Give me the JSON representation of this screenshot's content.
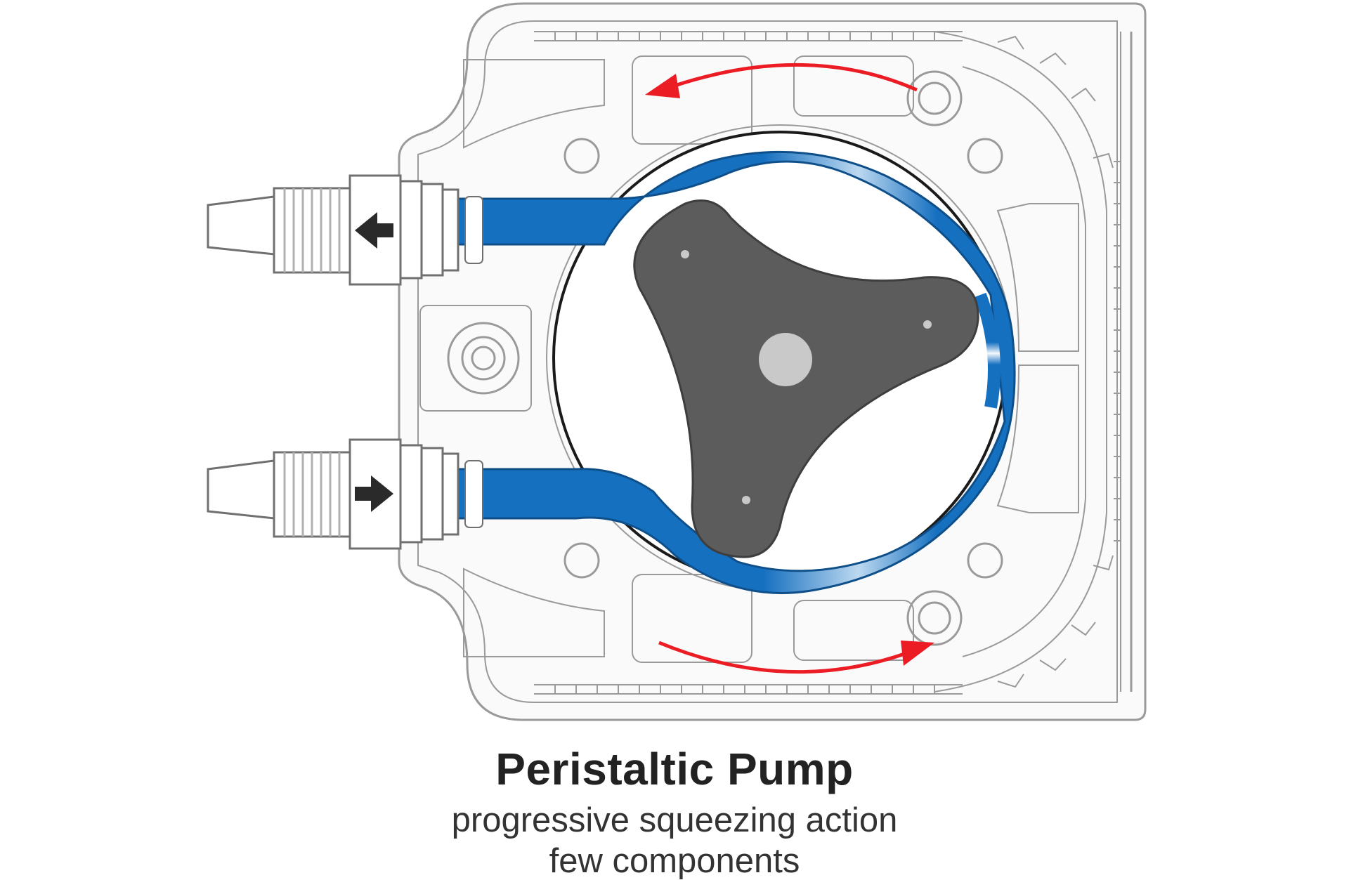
{
  "diagram": {
    "title": "Peristaltic Pump",
    "caption_lines": [
      "progressive squeezing action",
      "few components"
    ],
    "parts": {
      "housing": "pump-housing",
      "rotor": "rotor",
      "tube": "flexible-tube",
      "outlet_fitting": "outlet-fitting",
      "inlet_fitting": "inlet-fitting"
    },
    "icons": {
      "outlet_flow": "arrow-left-icon",
      "inlet_flow": "arrow-right-icon",
      "rotation_top": "curved-arrow-icon",
      "rotation_bottom": "curved-arrow-icon"
    },
    "colors": {
      "tube_blue": "#1670c0",
      "tube_highlight": "#ffffff",
      "rotor_gray": "#5c5c5c",
      "hub_gray": "#c9c9c9",
      "rotation_arrow_red": "#ec1c24",
      "outline_gray": "#9a9a9a",
      "housing_fill": "#fafafa",
      "flow_arrow_dark": "#2a2a2a"
    }
  }
}
